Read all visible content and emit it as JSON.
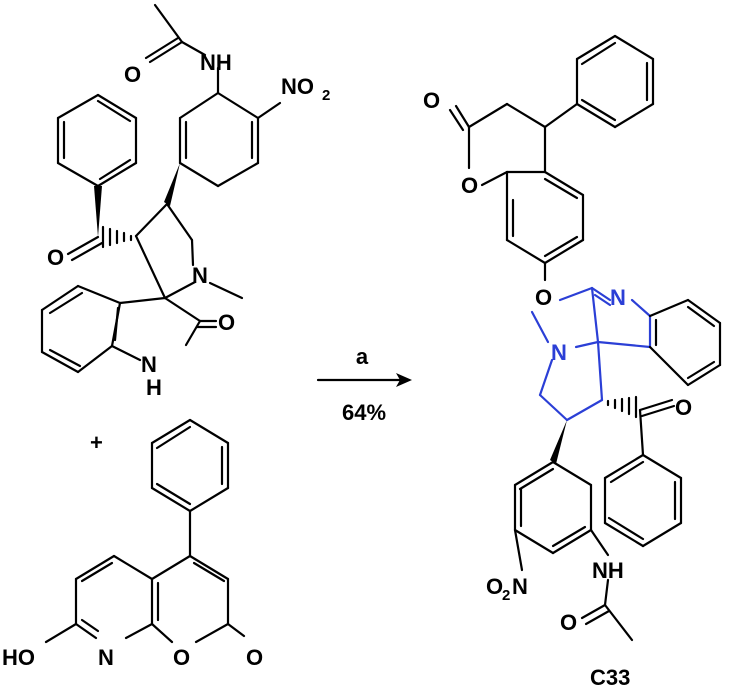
{
  "reagent_1": {
    "labels": {
      "nh": "NH",
      "no2": "NO",
      "no2_sub": "2",
      "o_acyl": "O",
      "o_benzoyl": "O",
      "n_methyl": "N",
      "o_lactam": "O",
      "n_lactam": "N",
      "h_lactam": "H"
    }
  },
  "plus_sign": "+",
  "reagent_2": {
    "labels": {
      "ho": "HO",
      "n_ring": "N",
      "o_ring": "O",
      "o_carbonyl": "O"
    }
  },
  "arrow": {
    "condition": "a",
    "yield": "64%"
  },
  "product": {
    "labels": {
      "o_top": "O",
      "o_lactone": "O",
      "o_ether": "O",
      "n_imine": "N",
      "n_methyl": "N",
      "o_benzoyl": "O",
      "nh": "NH",
      "no2": "O",
      "no2_sub": "2",
      "no2_n": "N",
      "o_acyl": "O"
    },
    "compound_id": "C33"
  },
  "colors": {
    "ink": "#000000",
    "highlight": "#2b3fd6",
    "background": "#ffffff"
  }
}
